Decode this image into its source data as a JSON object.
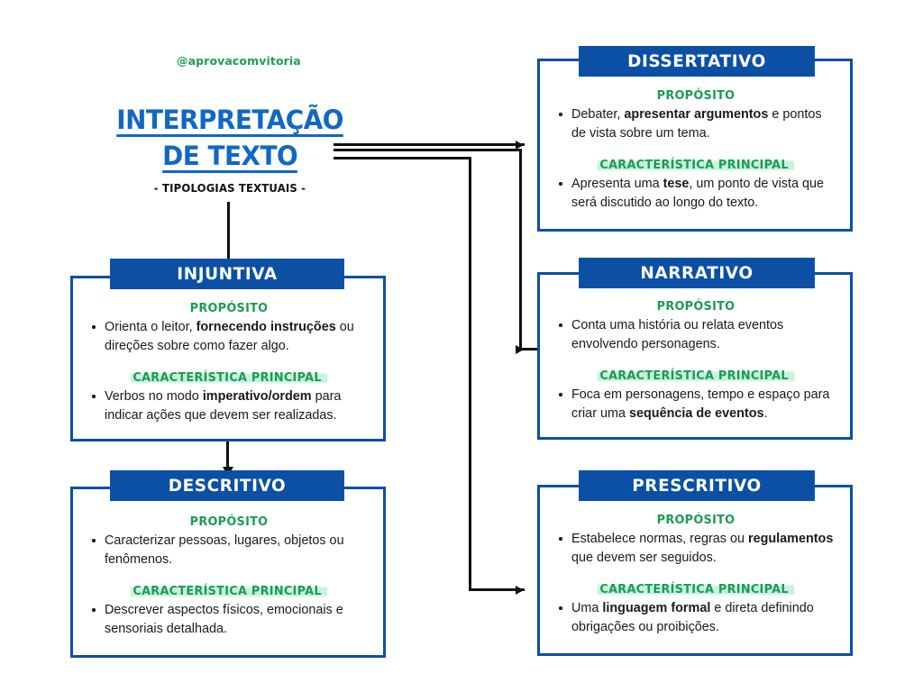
{
  "meta": {
    "handle": "@aprovacomvitoria",
    "accent_blue": "#0b50a4",
    "title_blue": "#1167c4",
    "accent_green": "#1b9b55",
    "highlight_green": "#78e1aa",
    "connector_color": "#111111"
  },
  "title": {
    "line1": "INTERPRETAÇÃO",
    "line2": "DE TEXTO",
    "subtitle": "- TIPOLOGIAS TEXTUAIS -"
  },
  "labels": {
    "purpose": "PROPÓSITO",
    "main_characteristic": "CARACTERÍSTICA PRINCIPAL"
  },
  "cards": [
    {
      "id": "dissertativo",
      "header": "DISSERTATIVO",
      "purpose": [
        {
          "pre": "Debater, ",
          "bold": "apresentar argumentos",
          "post": " e pontos de vista sobre um tema."
        }
      ],
      "characteristic": [
        {
          "pre": "Apresenta uma ",
          "bold": "tese",
          "post": ", um ponto de vista que será discutido ao longo do texto."
        }
      ]
    },
    {
      "id": "injuntiva",
      "header": "INJUNTIVA",
      "purpose": [
        {
          "pre": "Orienta o leitor, ",
          "bold": "fornecendo instruções",
          "post": " ou direções sobre como fazer algo."
        }
      ],
      "characteristic": [
        {
          "pre": "Verbos no modo ",
          "bold": "imperativo/ordem",
          "post": " para indicar ações que devem ser realizadas."
        }
      ]
    },
    {
      "id": "narrativo",
      "header": "NARRATIVO",
      "purpose": [
        {
          "pre": "Conta uma história ou relata eventos envolvendo personagens.",
          "bold": "",
          "post": ""
        }
      ],
      "characteristic": [
        {
          "pre": "Foca em personagens, tempo e espaço para criar uma ",
          "bold": "sequência de eventos",
          "post": "."
        }
      ]
    },
    {
      "id": "descritivo",
      "header": "DESCRITIVO",
      "purpose": [
        {
          "pre": "Caracterizar pessoas, lugares, objetos ou fenômenos.",
          "bold": "",
          "post": ""
        }
      ],
      "characteristic": [
        {
          "pre": "Descrever aspectos físicos, emocionais e sensoriais detalhada.",
          "bold": "",
          "post": ""
        }
      ]
    },
    {
      "id": "prescritivo",
      "header": "PRESCRITIVO",
      "purpose": [
        {
          "pre": "Estabelece normas, regras ou ",
          "bold": "regulamentos",
          "post": " que devem ser seguidos."
        }
      ],
      "characteristic": [
        {
          "pre": "Uma ",
          "bold": "linguagem formal",
          "post": " e direta definindo obrigações ou proibições."
        }
      ]
    }
  ]
}
